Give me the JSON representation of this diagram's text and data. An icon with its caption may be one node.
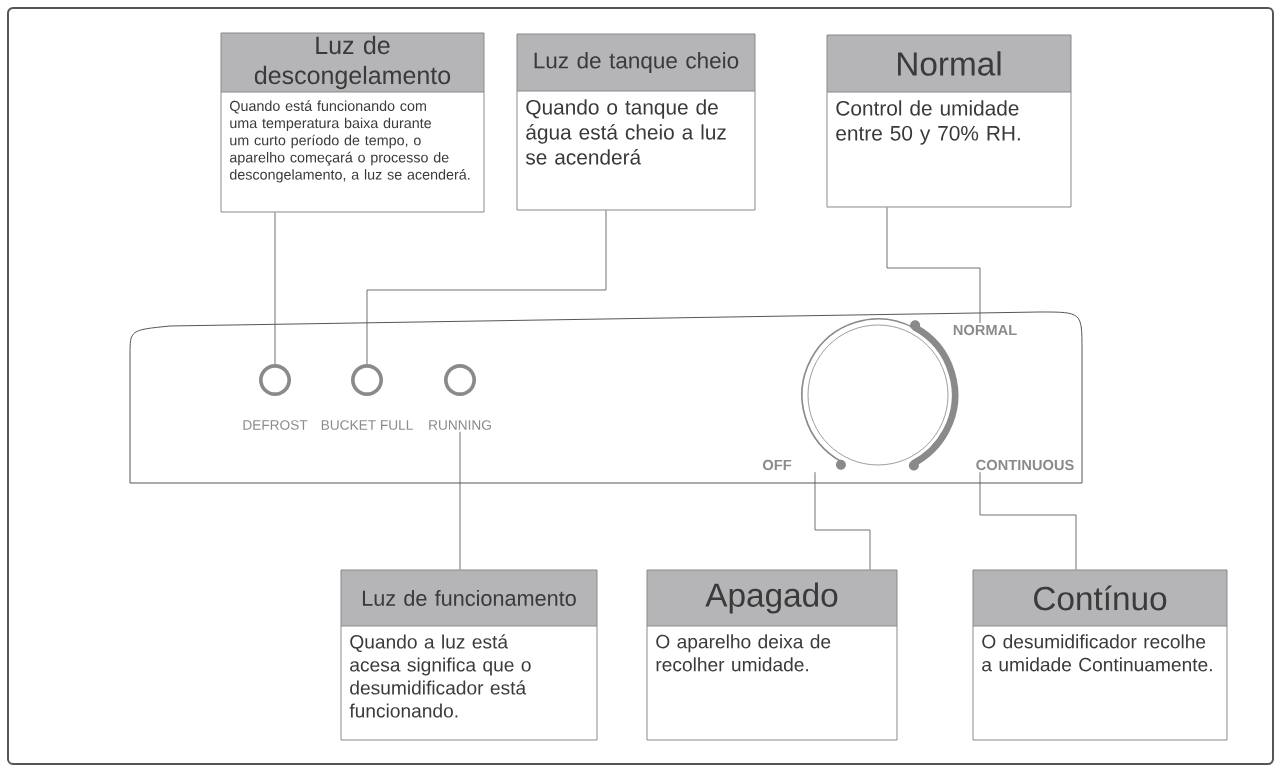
{
  "diagram": {
    "nodes": [
      {
        "text": [
          "Luz de descongelamento",
          "Quando está funcionando com uma temperatura baixa durante um curto período de tempo, o aparelho começará o processo de descongelamento, a luz se acenderá."
        ]
      },
      {
        "text": [
          "Luz de tanque cheio",
          "Quando o tanque de água está cheio a luz se acenderá"
        ]
      },
      {
        "text": [
          "Normal",
          "Control de umidade entre 50 y 70% RH."
        ]
      },
      {
        "text": [],
        "shape": "circle",
        "beside": [
          "DEFROST"
        ]
      },
      {
        "text": [],
        "shape": "circle",
        "beside": [
          "BUCKET FULL"
        ]
      },
      {
        "text": [],
        "shape": "circle",
        "beside": [
          "RUNNING"
        ]
      },
      {
        "text": [
          "NORMAL"
        ]
      },
      {
        "text": [
          "OFF"
        ]
      },
      {
        "text": [
          "CONTINUOUS"
        ]
      },
      {
        "text": [
          "Luz de funcionamento",
          "Quando a luz está acesa significa que o desumidificador está funcionando."
        ]
      },
      {
        "text": [
          "Apagado",
          "O aparelho deixa de recolher umidade."
        ]
      },
      {
        "text": [
          "Contínuo",
          "O desumidificador recolhe a umidade Continuamente."
        ]
      }
    ],
    "edges": [
      {
        "from": 0,
        "to": 3,
        "arrow": "none"
      },
      {
        "from": 1,
        "to": 4,
        "arrow": "none"
      },
      {
        "from": 2,
        "to": 6,
        "arrow": "none"
      },
      {
        "from": 5,
        "to": 9,
        "arrow": "none"
      },
      {
        "from": 7,
        "to": 10,
        "arrow": "none"
      },
      {
        "from": 8,
        "to": 11,
        "arrow": "none"
      }
    ]
  }
}
